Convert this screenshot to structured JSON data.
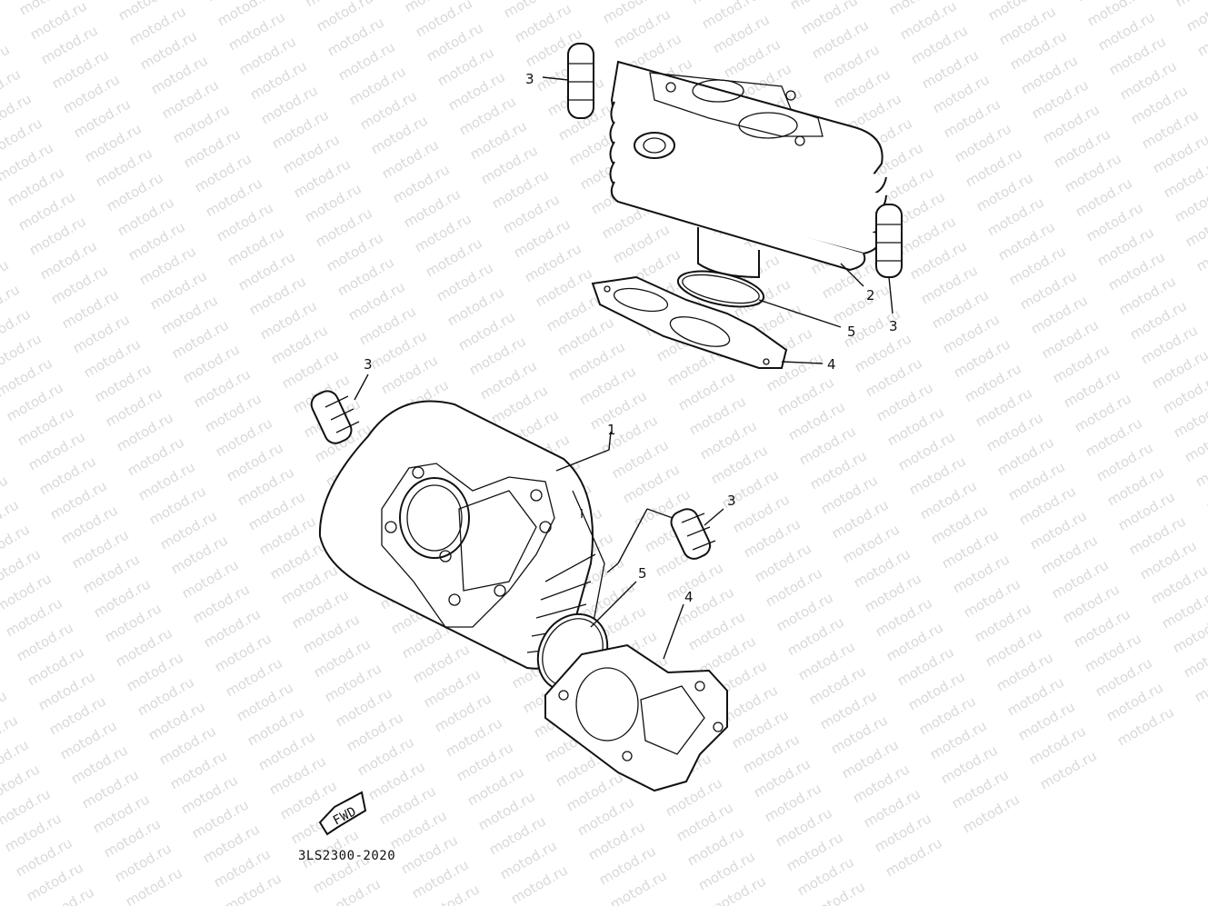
{
  "watermark": {
    "text": "motod.ru",
    "color": "#d9d9d9"
  },
  "diagram_code": "3LS2300-2020",
  "front_marker": {
    "text": "FWD"
  },
  "callouts": {
    "head_dowel": "3",
    "head_cylinder": "2",
    "head_dowel_right": "3",
    "head_oring": "5",
    "head_gasket": "4",
    "cyl_dowel_left": "3",
    "cylinder": "1",
    "cyl_dowel_right": "3",
    "cyl_oring": "5",
    "cyl_gasket": "4"
  }
}
